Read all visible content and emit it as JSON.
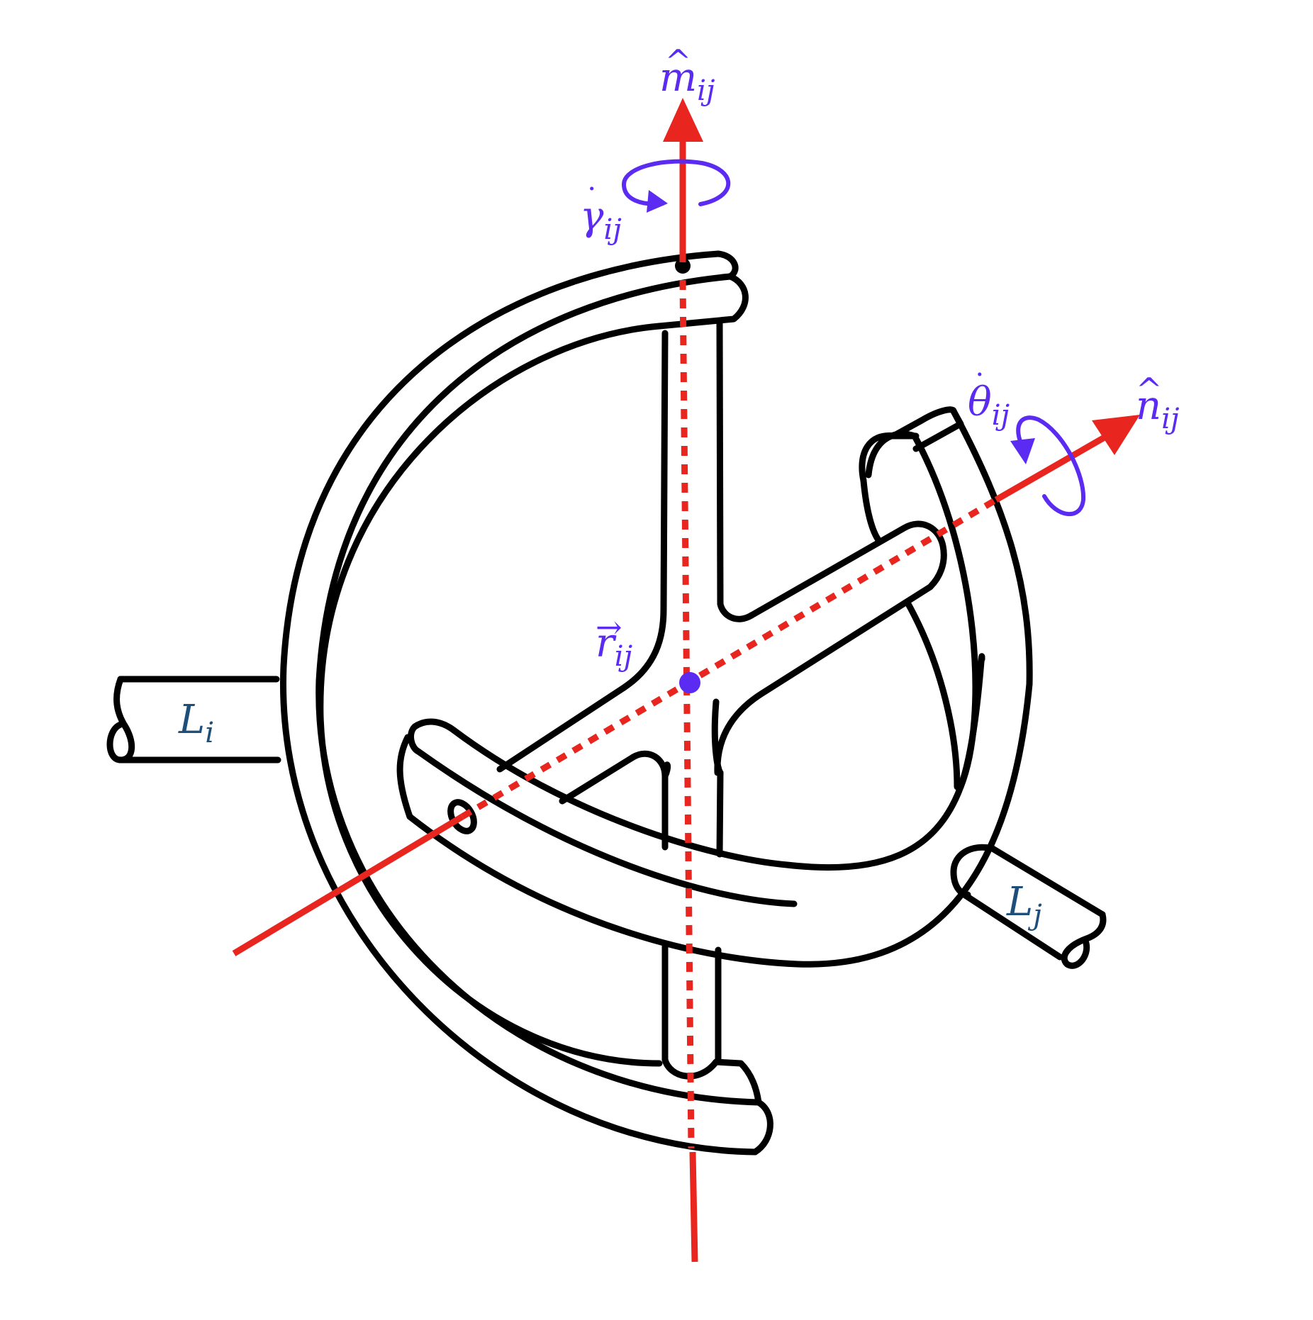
{
  "labels": {
    "m_axis": {
      "base": "m",
      "accent": "^",
      "sub": "ij"
    },
    "n_axis": {
      "base": "n",
      "accent": "^",
      "sub": "ij"
    },
    "gamma_rate": {
      "base": "γ",
      "accent": "˙",
      "sub": "ij"
    },
    "theta_rate": {
      "base": "θ",
      "accent": "˙",
      "sub": "ij"
    },
    "r_vector": {
      "base": "r",
      "accent": "→",
      "sub": "ij"
    },
    "link_i": {
      "base": "L",
      "sub": "i"
    },
    "link_j": {
      "base": "L",
      "sub": "j"
    }
  },
  "colors": {
    "axis": "#e8261f",
    "annotation": "#5b2bf2",
    "link_label": "#1d4f7a",
    "outline": "#000000"
  }
}
